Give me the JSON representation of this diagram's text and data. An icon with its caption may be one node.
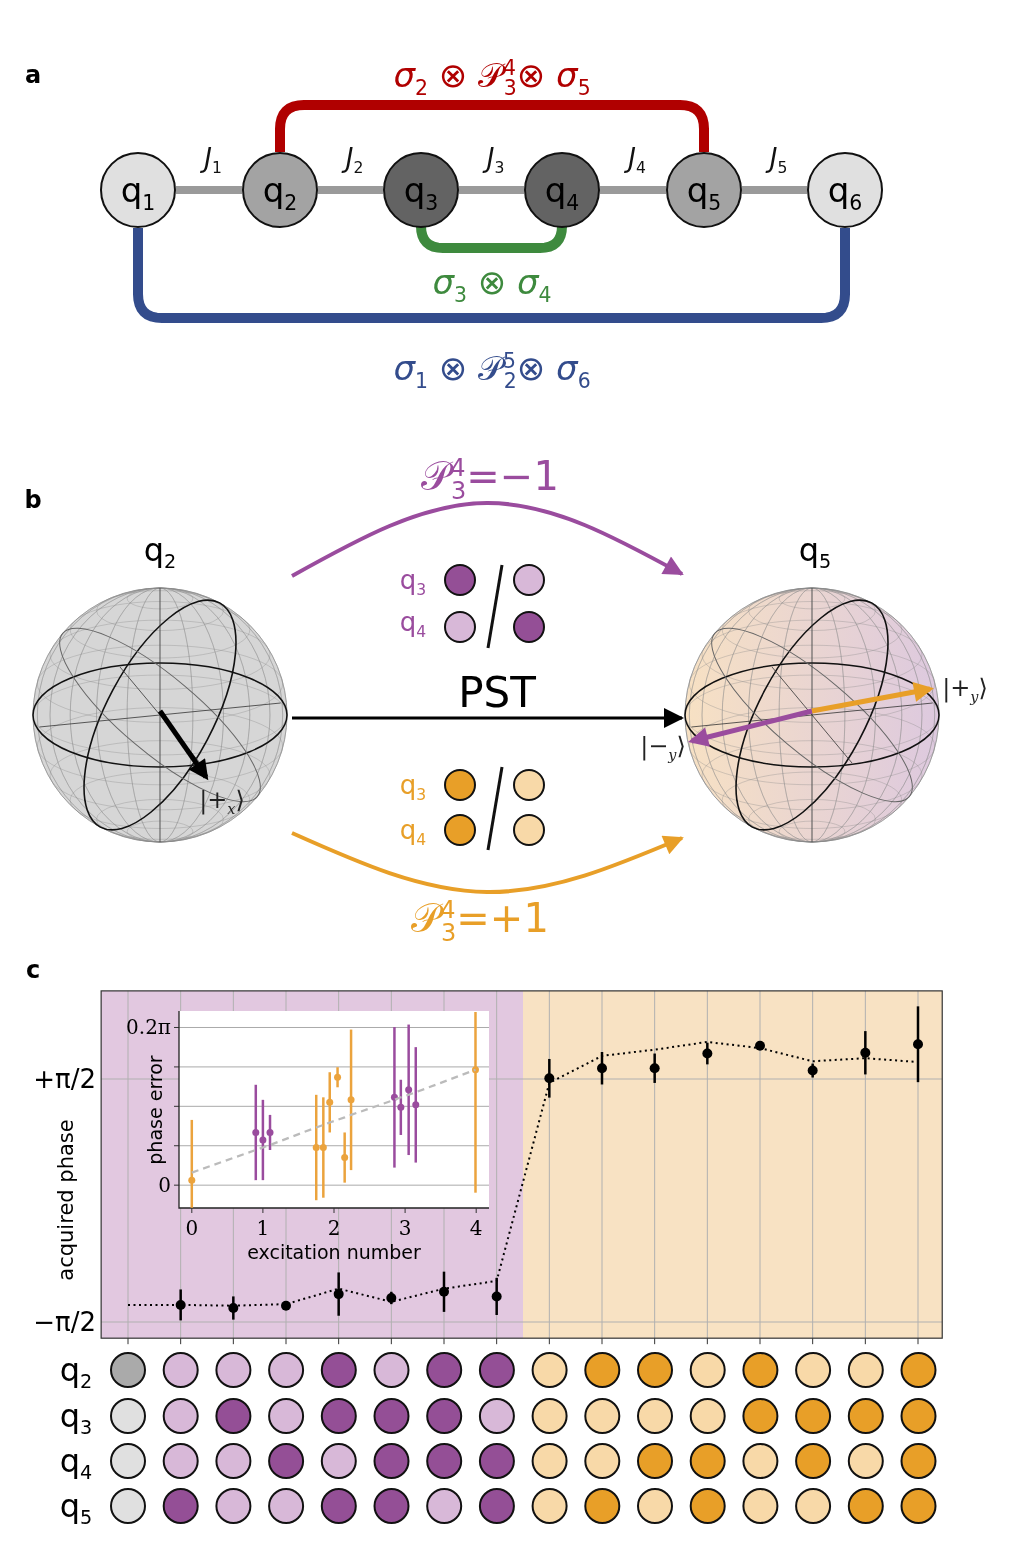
{
  "diagram": {
    "nodes": [
      {
        "text": [
          "q$_{1}$"
        ]
      },
      {
        "text": [
          "q$_{2}$"
        ]
      },
      {
        "text": [
          "q$_{3}$"
        ]
      },
      {
        "text": [
          "q$_{4}$"
        ]
      },
      {
        "text": [
          "q$_{5}$"
        ]
      },
      {
        "text": [
          "q$_{6}$"
        ]
      },
      {
        "text": [
          "q$_{2}$",
          "|+$_{x}$⟩"
        ]
      },
      {
        "text": [
          "q$_{5}$",
          "|+$_{y}$⟩",
          "|−$_{y}$⟩"
        ]
      }
    ],
    "edges": [
      {
        "from": 0,
        "to": 1,
        "arrow": "none",
        "label": "*J*$_{1}$"
      },
      {
        "from": 1,
        "to": 2,
        "arrow": "none",
        "label": "*J*$_{2}$"
      },
      {
        "from": 2,
        "to": 3,
        "arrow": "none",
        "label": "*J*$_{3}$"
      },
      {
        "from": 3,
        "to": 4,
        "arrow": "none",
        "label": "*J*$_{4}$"
      },
      {
        "from": 4,
        "to": 5,
        "arrow": "none",
        "label": "*J*$_{5}$"
      },
      {
        "from": 1,
        "to": 4,
        "arrow": "none",
        "label": "*σ*$_{2}$ ⊗ 𝒫$^{4}$$_{3}$⊗ *σ*$_{5}$",
        "color": "#b00000"
      },
      {
        "from": 2,
        "to": 3,
        "arrow": "none",
        "label": "*σ*$_{3}$ ⊗ *σ*$_{4}$",
        "color": "#3e8a3e"
      },
      {
        "from": 0,
        "to": 5,
        "arrow": "none",
        "label": "*σ*$_{1}$ ⊗ 𝒫$^{5}$$_{2}$⊗ *σ*$_{6}$",
        "color": "#334c8c"
      },
      {
        "from": 6,
        "to": 7,
        "arrow": "to",
        "label": "𝒫$^{4}$$_{3}$=−1",
        "color": "#9a4c9e"
      },
      {
        "from": 6,
        "to": 7,
        "arrow": "to",
        "label": "PST",
        "color": "#000000"
      },
      {
        "from": 6,
        "to": 7,
        "arrow": "to",
        "label": "𝒫$^{4}$$_{3}$=+1",
        "color": "#e89f28"
      }
    ],
    "labels": [
      "a",
      "b",
      "q$_{3}$",
      "q$_{4}$",
      "q$_{3}$",
      "q$_{4}$",
      "c",
      "q$_{2}$",
      "q$_{3}$",
      "q$_{4}$",
      "q$_{5}$"
    ],
    "chart_data": [
      {
        "type": "line",
        "ylabel": "acquired phase",
        "categories": [
          null,
          null,
          null,
          null,
          null,
          null,
          null,
          null,
          null,
          null,
          null,
          null,
          null,
          null,
          null,
          null
        ],
        "ylim": [
          -1.78,
          2.71
        ],
        "grid": true,
        "yticks": [
          {
            "value": -1.5708,
            "label": "−π/2"
          },
          {
            "value": 1.5708,
            "label": "+π/2"
          }
        ],
        "series": [
          {
            "color": "#000000",
            "line_style": "dotted",
            "marker": "none",
            "values": [
              -1.35,
              -1.35,
              -1.36,
              -1.34,
              -1.14,
              -1.31,
              -1.14,
              -1.04,
              1.52,
              1.87,
              1.95,
              2.05,
              1.97,
              1.8,
              1.84,
              1.79
            ]
          },
          {
            "type": "scatter",
            "color": "#000000",
            "marker": "circle",
            "values": [
              null,
              -1.35,
              -1.39,
              -1.36,
              -1.21,
              -1.26,
              -1.18,
              -1.24,
              1.58,
              1.71,
              1.71,
              1.9,
              2.0,
              1.68,
              1.91,
              2.02
            ],
            "errors": [
              null,
              0.2,
              0.15,
              0.04,
              0.28,
              0.08,
              0.26,
              0.24,
              0.25,
              0.21,
              0.19,
              0.14,
              0,
              0.09,
              0.28,
              0.49
            ]
          }
        ]
      },
      {
        "type": "scatter",
        "xlabel": "excitation number",
        "ylabel": "phase error",
        "x": [
          0,
          0.9,
          1,
          1.1,
          1.75,
          1.85,
          1.94,
          2.05,
          2.15,
          2.24,
          2.85,
          2.94,
          3.05,
          3.15,
          3.99
        ],
        "xlim": [
          -0.18,
          4.18
        ],
        "ylim": [
          -0.091,
          0.694
        ],
        "grid": true,
        "xticks": [
          0,
          1,
          2,
          3,
          4
        ],
        "yticks": [
          0,
          {
            "value": 0.6283,
            "label": "0.2π"
          }
        ],
        "series": [
          {
            "color": "#eba33d",
            "marker": "circle",
            "values": [
              0.02,
              null,
              null,
              null,
              0.15,
              0.15,
              0.33,
              0.43,
              0.11,
              0.34,
              null,
              null,
              null,
              null,
              0.46
            ],
            "errors": [
              [
                -0.09,
                0.26
              ],
              null,
              null,
              null,
              0.21,
              0.2,
              0.12,
              0.04,
              0.1,
              0.28,
              null,
              null,
              null,
              null,
              [
                -0.03,
                0.69
              ]
            ]
          },
          {
            "color": "#9a4c9e",
            "marker": "circle",
            "values": [
              null,
              0.21,
              0.18,
              0.21,
              null,
              null,
              null,
              null,
              null,
              null,
              0.35,
              0.31,
              0.38,
              0.32,
              null
            ],
            "errors": [
              null,
              0.19,
              0.16,
              0.07,
              null,
              null,
              null,
              null,
              null,
              null,
              0.28,
              0.11,
              0.26,
              0.23,
              null
            ]
          },
          {
            "type": "line",
            "color": "#bbbbbb",
            "line_style": "dashed",
            "marker": "none",
            "values": [
              0.05,
              0.14,
              0.15,
              0.16,
              0.23,
              0.24,
              0.25,
              0.26,
              0.27,
              0.28,
              0.34,
              0.35,
              0.36,
              0.37,
              0.46
            ]
          }
        ]
      }
    ]
  }
}
